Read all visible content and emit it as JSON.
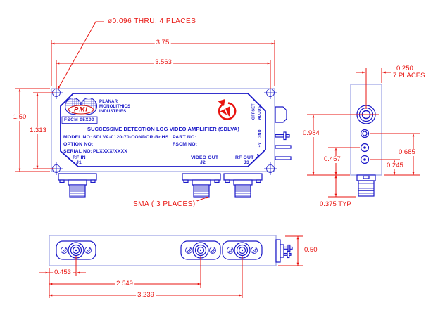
{
  "colors": {
    "drawing_blue": "#1a18c8",
    "chassis_pale_blue": "#a9aee8",
    "dimension_red": "#e81410",
    "logo_red": "#d40f0f"
  },
  "callouts": {
    "mounting_holes": "ø0.096 THRU, 4 PLACES",
    "sma_connectors": "SMA ( 3 PLACES)"
  },
  "front_view": {
    "logo": {
      "abbr": "PMI",
      "company_line1": "PLANAR",
      "company_line2": "MONOLITHICS",
      "company_line3": "INDUSTRIES",
      "fscm": "FSCM 05X00"
    },
    "title": "SUCCESSIVE DETECTION LOG VIDEO AMPLIFIER (SDLVA)",
    "fields": {
      "model_label": "MODEL NO:",
      "model_value": "SDLVA-0120-70-CONDOR-RoHS",
      "option_label": "OPTION NO:",
      "serial_label": "SERIAL NO:",
      "serial_value": "PLXXXX/XXXX",
      "part_label": "PART NO:",
      "fscm_label": "FSCM NO:"
    },
    "connectors": {
      "j1_label": "RF IN",
      "j1_ref": "J1",
      "j2_label": "VIDEO OUT",
      "j2_ref": "J2",
      "j3_label": "RF OUT",
      "j3_ref": "J3"
    },
    "edge_labels": {
      "offset_line1": "OFFSET",
      "offset_line2": "ADJUST",
      "gnd": "GND",
      "v_plus": "+V",
      "v_minus": "-V"
    },
    "dims": {
      "outer_width": "3.75",
      "hole_spacing_width": "3.563",
      "outer_height": "1.50",
      "hole_spacing_height": "1.313"
    }
  },
  "side_view": {
    "dims": {
      "connector_edge_offset": "0.250",
      "connector_edge_offset_note": "7 PLACES",
      "rf_out_height": "0.984",
      "gnd_height": "0.685",
      "v_plus_height": "0.467",
      "v_minus_height": "0.245",
      "sma_protrusion": "0.375 TYP"
    }
  },
  "bottom_view": {
    "dims": {
      "j1_from_edge": "0.453",
      "j2_from_edge": "2.549",
      "j3_from_edge": "3.239",
      "body_thickness": "0.50"
    }
  }
}
